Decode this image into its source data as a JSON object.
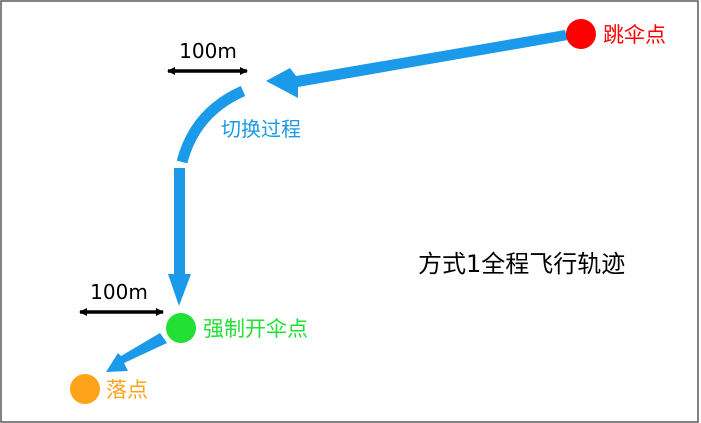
{
  "labels": {
    "jump_point": "跳伞点",
    "transition": "切换过程",
    "title": "方式1全程飞行轨迹",
    "forced_open_point": "强制开伞点",
    "landing_point": "落点",
    "dist_top": "100m",
    "dist_bottom": "100m"
  },
  "colors": {
    "track": "#1a9ae8",
    "jump_point": "#ff0000",
    "forced_open_point": "#22e033",
    "landing_point": "#ffa31a",
    "dim_arrow": "#000000",
    "border": "#5a5a5a"
  }
}
